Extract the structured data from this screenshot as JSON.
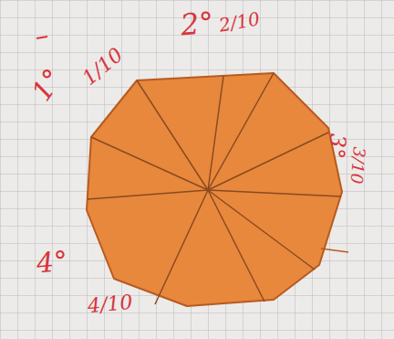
{
  "diagram": {
    "labels": [
      "1°",
      "1/10",
      "2°",
      "2/10",
      "3°",
      "3/10",
      "4°",
      "4/10"
    ]
  }
}
